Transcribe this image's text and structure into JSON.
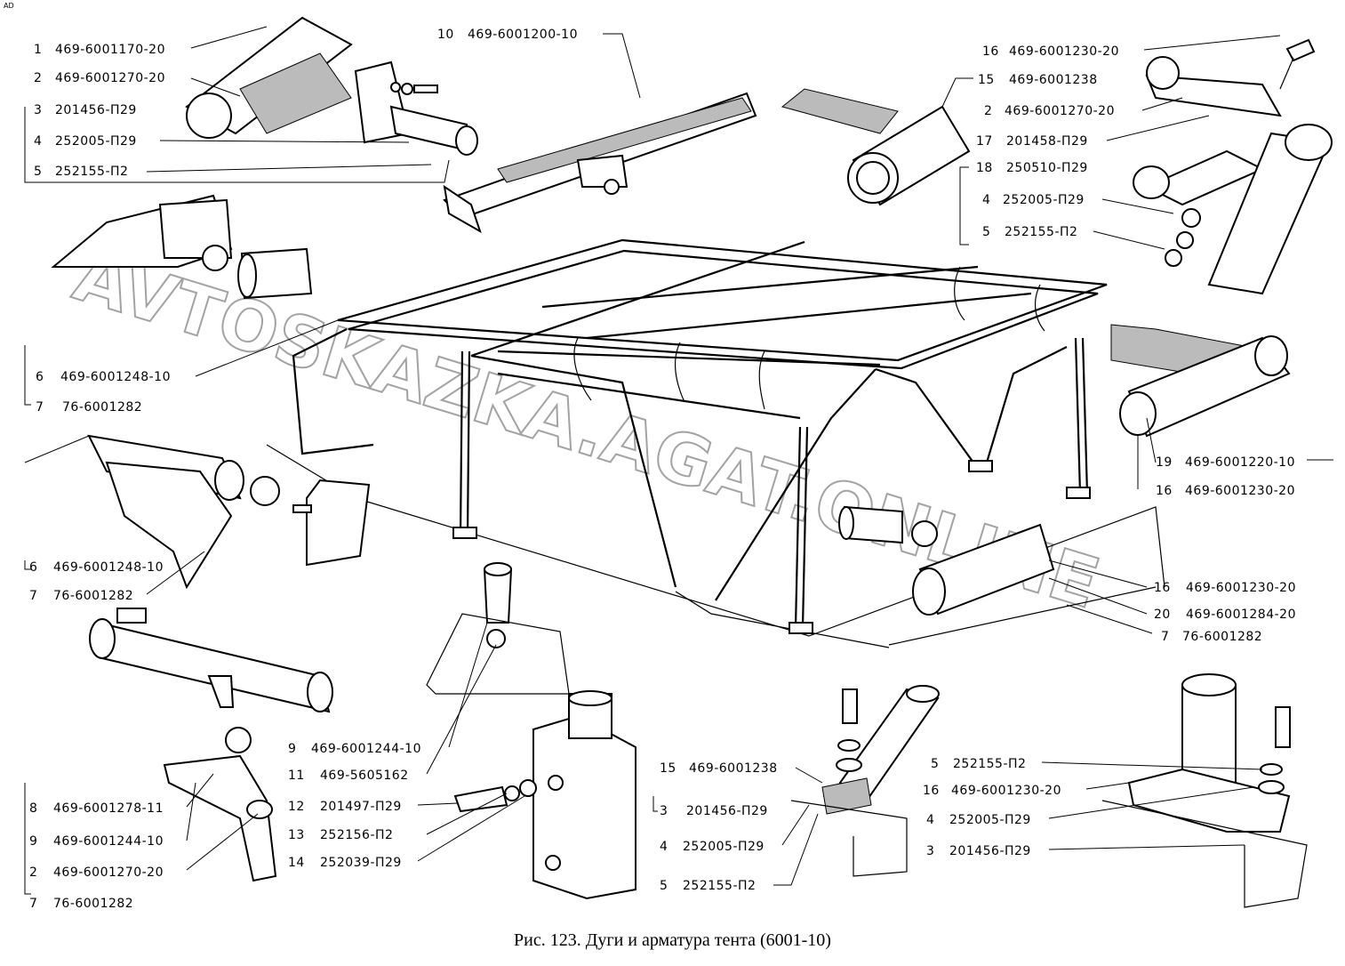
{
  "corner_mark": "AD",
  "caption": "Рис. 123. Дуги и арматура тента (6001-10)",
  "watermark": "AVTOSKAZKA.AGAT.ONLINE",
  "callouts": [
    {
      "num": "1",
      "code": "469-6001170-20"
    },
    {
      "num": "2",
      "code": "469-6001270-20"
    },
    {
      "num": "3",
      "code": "201456-П29"
    },
    {
      "num": "4",
      "code": "252005-П29"
    },
    {
      "num": "5",
      "code": "252155-П2"
    },
    {
      "num": "10",
      "code": "469-6001200-10"
    },
    {
      "num": "16",
      "code": "469-6001230-20"
    },
    {
      "num": "15",
      "code": "469-6001238"
    },
    {
      "num": "2",
      "code": "469-6001270-20"
    },
    {
      "num": "17",
      "code": "201458-П29"
    },
    {
      "num": "18",
      "code": "250510-П29"
    },
    {
      "num": "4",
      "code": "252005-П29"
    },
    {
      "num": "5",
      "code": "252155-П2"
    },
    {
      "num": "6",
      "code": "469-6001248-10"
    },
    {
      "num": "7",
      "code": "76-6001282"
    },
    {
      "num": "19",
      "code": "469-6001220-10"
    },
    {
      "num": "16",
      "code": "469-6001230-20"
    },
    {
      "num": "6",
      "code": "469-6001248-10"
    },
    {
      "num": "7",
      "code": "76-6001282"
    },
    {
      "num": "16",
      "code": "469-6001230-20"
    },
    {
      "num": "20",
      "code": "469-6001284-20"
    },
    {
      "num": "7",
      "code": "76-6001282"
    },
    {
      "num": "9",
      "code": "469-6001244-10"
    },
    {
      "num": "11",
      "code": "469-5605162"
    },
    {
      "num": "12",
      "code": "201497-П29"
    },
    {
      "num": "13",
      "code": "252156-П2"
    },
    {
      "num": "14",
      "code": "252039-П29"
    },
    {
      "num": "15",
      "code": "469-6001238"
    },
    {
      "num": "3",
      "code": "201456-П29"
    },
    {
      "num": "4",
      "code": "252005-П29"
    },
    {
      "num": "5",
      "code": "252155-П2"
    },
    {
      "num": "5",
      "code": "252155-П2"
    },
    {
      "num": "16",
      "code": "469-6001230-20"
    },
    {
      "num": "4",
      "code": "252005-П29"
    },
    {
      "num": "3",
      "code": "201456-П29"
    },
    {
      "num": "8",
      "code": "469-6001278-11"
    },
    {
      "num": "9",
      "code": "469-6001244-10"
    },
    {
      "num": "2",
      "code": "469-6001270-20"
    },
    {
      "num": "7",
      "code": "76-6001282"
    }
  ]
}
